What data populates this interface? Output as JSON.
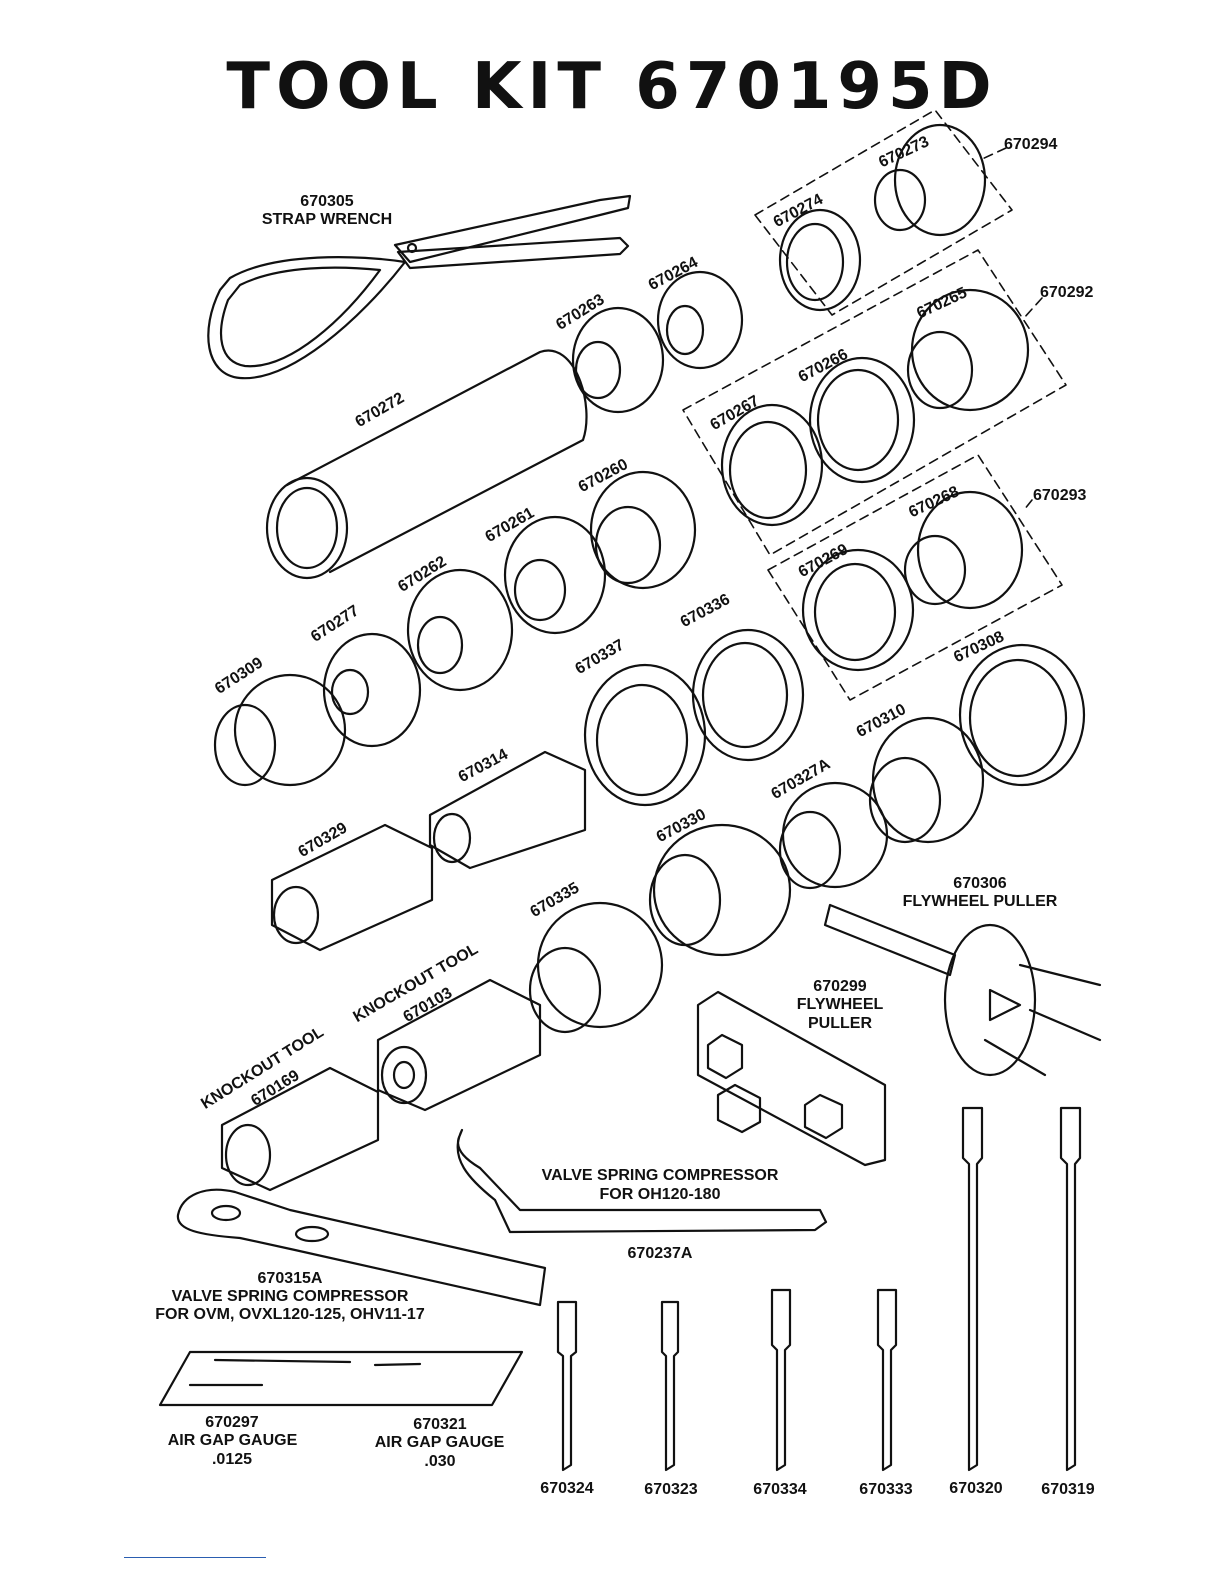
{
  "title": "TOOL KIT 670195D",
  "parts": {
    "p670305": "670305",
    "strap_wrench": "STRAP WRENCH",
    "p670294": "670294",
    "p670273": "670273",
    "p670274": "670274",
    "p670292": "670292",
    "p670265": "670265",
    "p670266": "670266",
    "p670267": "670267",
    "p670293": "670293",
    "p670268": "670268",
    "p670269": "670269",
    "p670263": "670263",
    "p670264": "670264",
    "p670272": "670272",
    "p670260": "670260",
    "p670261": "670261",
    "p670262": "670262",
    "p670277": "670277",
    "p670309": "670309",
    "p670336": "670336",
    "p670337": "670337",
    "p670308": "670308",
    "p670310": "670310",
    "p670314": "670314",
    "p670329": "670329",
    "p670327A": "670327A",
    "p670330": "670330",
    "p670306": "670306",
    "flywheel_puller_1": "FLYWHEEL PULLER",
    "p670335": "670335",
    "knockout_tool_1": "KNOCKOUT TOOL",
    "p670103": "670103",
    "knockout_tool_2": "KNOCKOUT TOOL",
    "p670169": "670169",
    "p670299": "670299",
    "flywheel_2": "FLYWHEEL",
    "puller_2": "PULLER",
    "vsc_oh_1": "VALVE SPRING COMPRESSOR",
    "vsc_oh_2": "FOR OH120-180",
    "p670237A": "670237A",
    "p670315A": "670315A",
    "vsc_ovm_1": "VALVE SPRING COMPRESSOR",
    "vsc_ovm_2": "FOR OVM, OVXL120-125, OHV11-17",
    "p670297": "670297",
    "air_gap_1": "AIR GAP GAUGE",
    "gap_0125": ".0125",
    "p670321": "670321",
    "air_gap_2": "AIR GAP GAUGE",
    "gap_030": ".030",
    "p670324": "670324",
    "p670323": "670323",
    "p670334": "670334",
    "p670333": "670333",
    "p670320": "670320",
    "p670319": "670319"
  }
}
